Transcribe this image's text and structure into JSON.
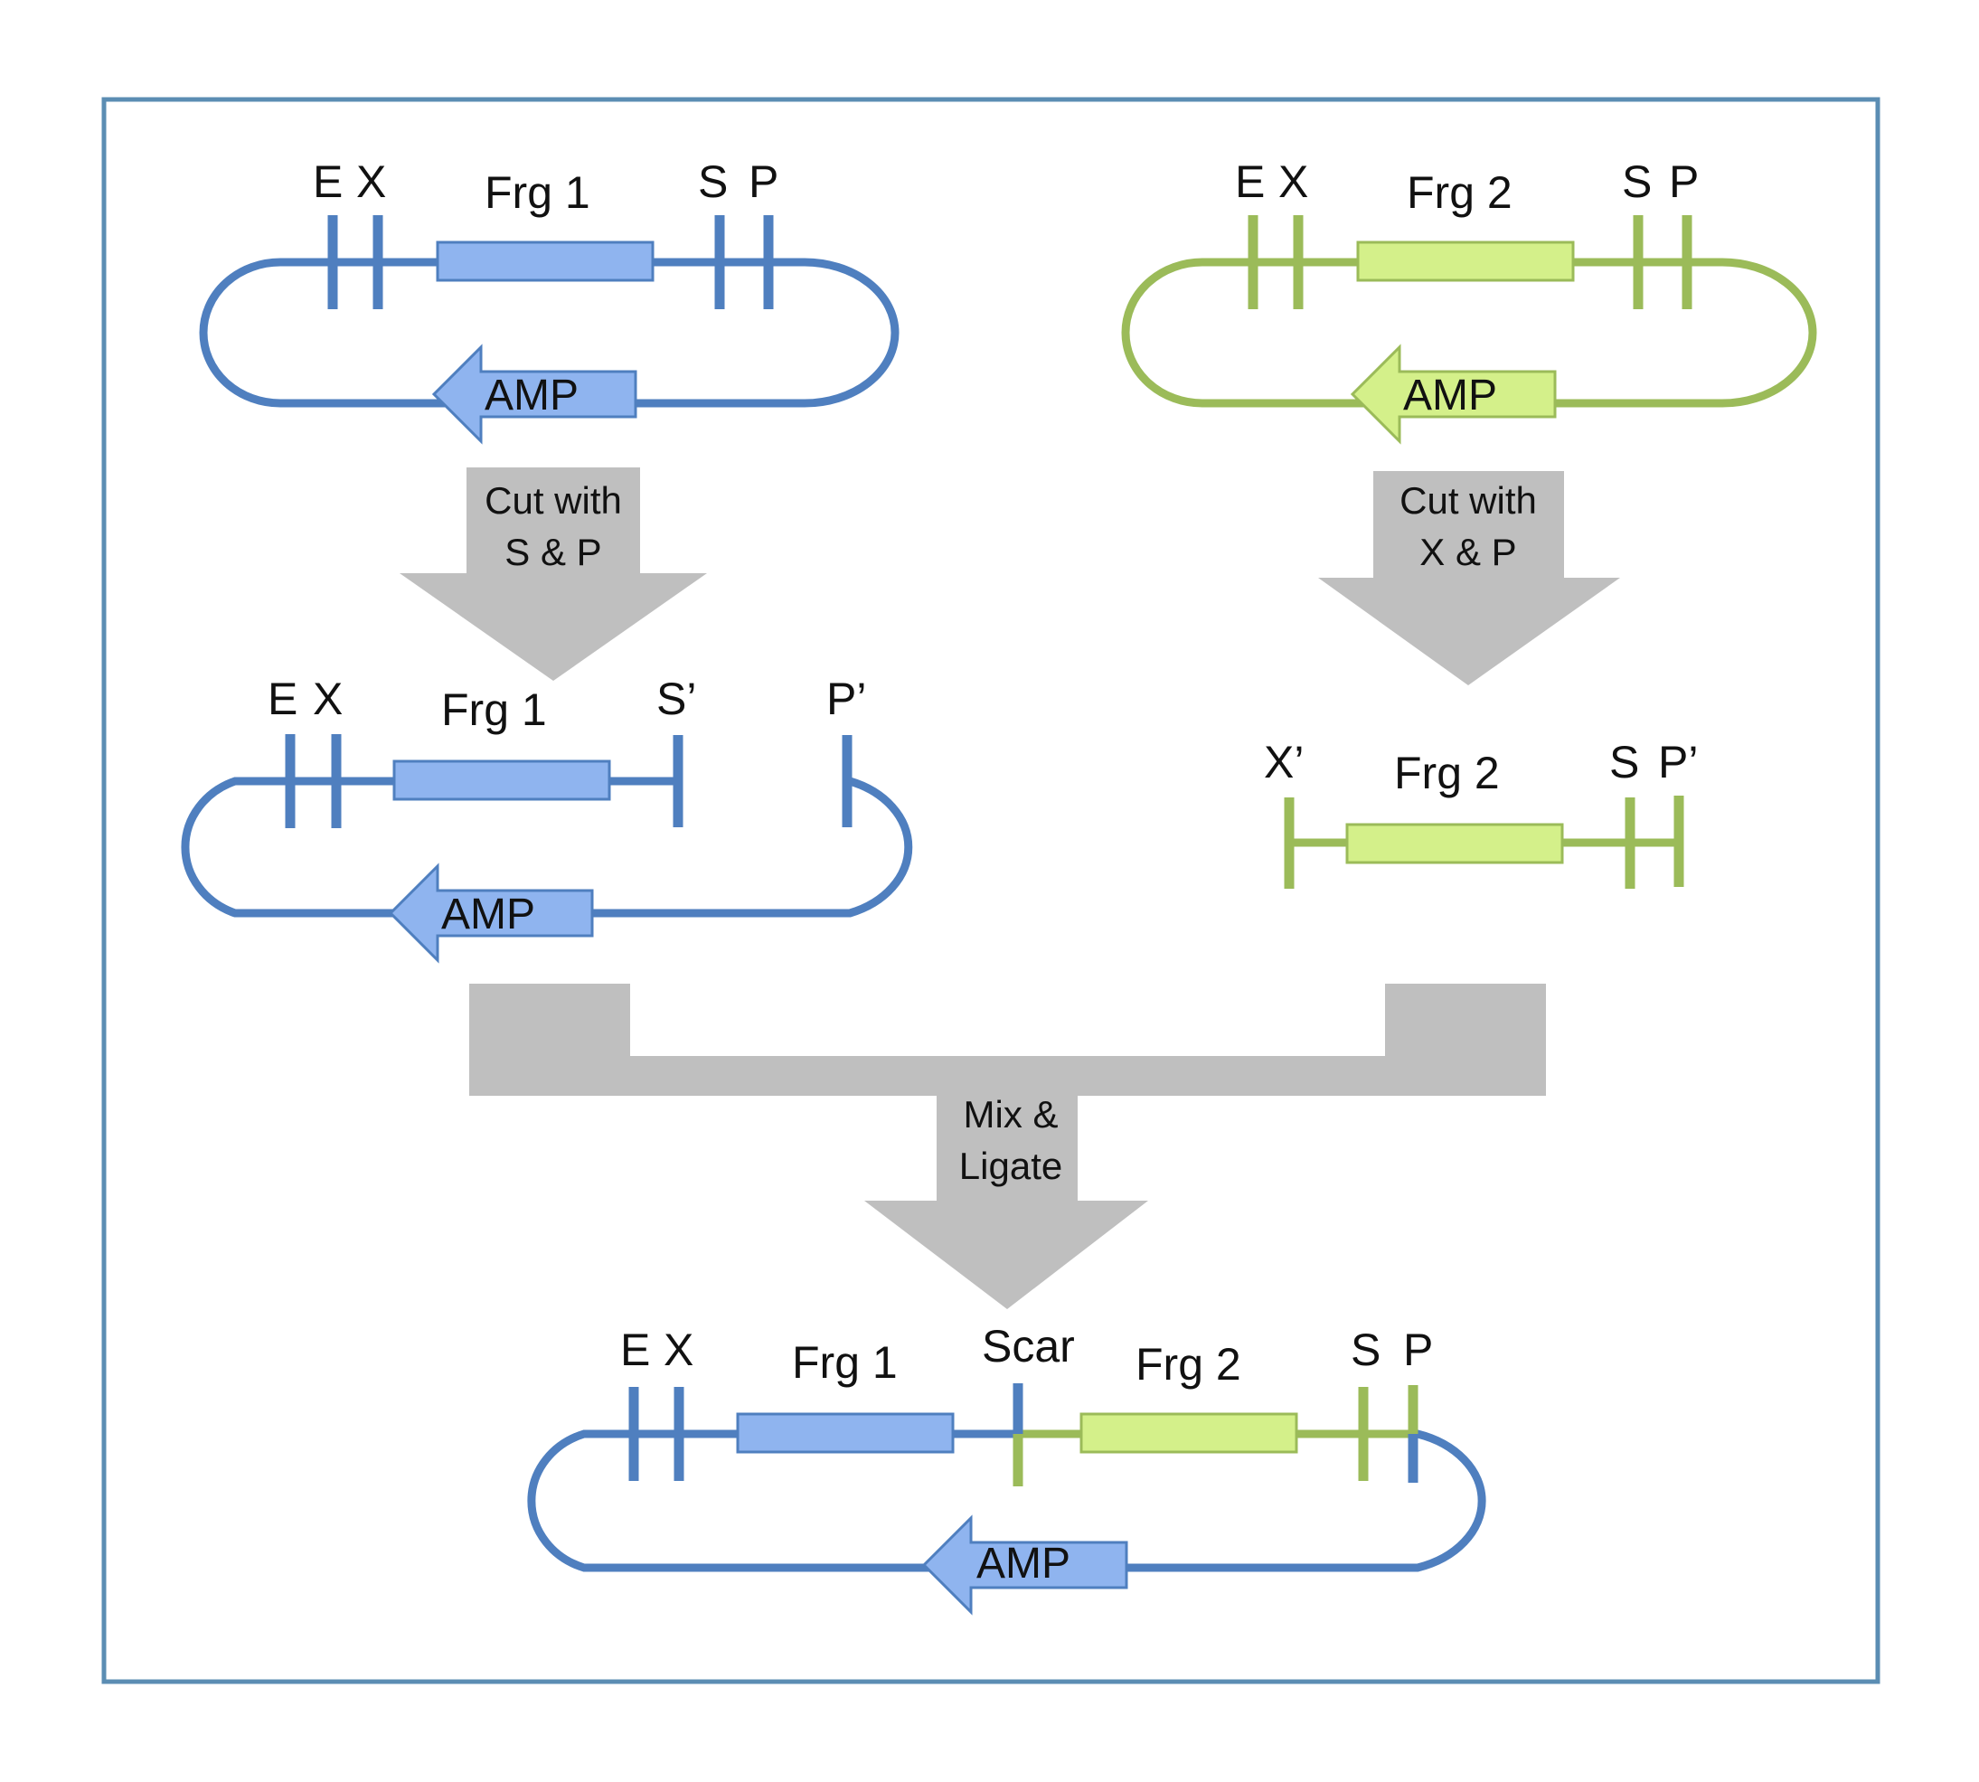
{
  "colors": {
    "blue": "#4f7fbf",
    "blue_light": "#8fb4ef",
    "green": "#9bbb59",
    "green_light": "#d4f08a",
    "gray": "#bfbfbf",
    "frame": "#5b8db3"
  },
  "plasmid1": {
    "site_e": "E",
    "site_x": "X",
    "fragment": "Frg 1",
    "site_s": "S",
    "site_p": "P",
    "marker": "AMP"
  },
  "plasmid2": {
    "site_e": "E",
    "site_x": "X",
    "fragment": "Frg 2",
    "site_s": "S",
    "site_p": "P",
    "marker": "AMP"
  },
  "step1": {
    "line1": "Cut with",
    "line2": "S & P"
  },
  "step2": {
    "line1": "Cut with",
    "line2": "X & P"
  },
  "cut1": {
    "site_e": "E",
    "site_x": "X",
    "fragment": "Frg 1",
    "site_s_prime": "S’",
    "site_p_prime": "P’",
    "marker": "AMP"
  },
  "cut2": {
    "site_x_prime": "X’",
    "fragment": "Frg 2",
    "site_s": "S",
    "site_p_prime": "P’"
  },
  "step3": {
    "line1": "Mix &",
    "line2": "Ligate"
  },
  "result": {
    "site_e": "E",
    "site_x": "X",
    "fragment1": "Frg 1",
    "scar": "Scar",
    "fragment2": "Frg 2",
    "site_s": "S",
    "site_p": "P",
    "marker": "AMP"
  }
}
